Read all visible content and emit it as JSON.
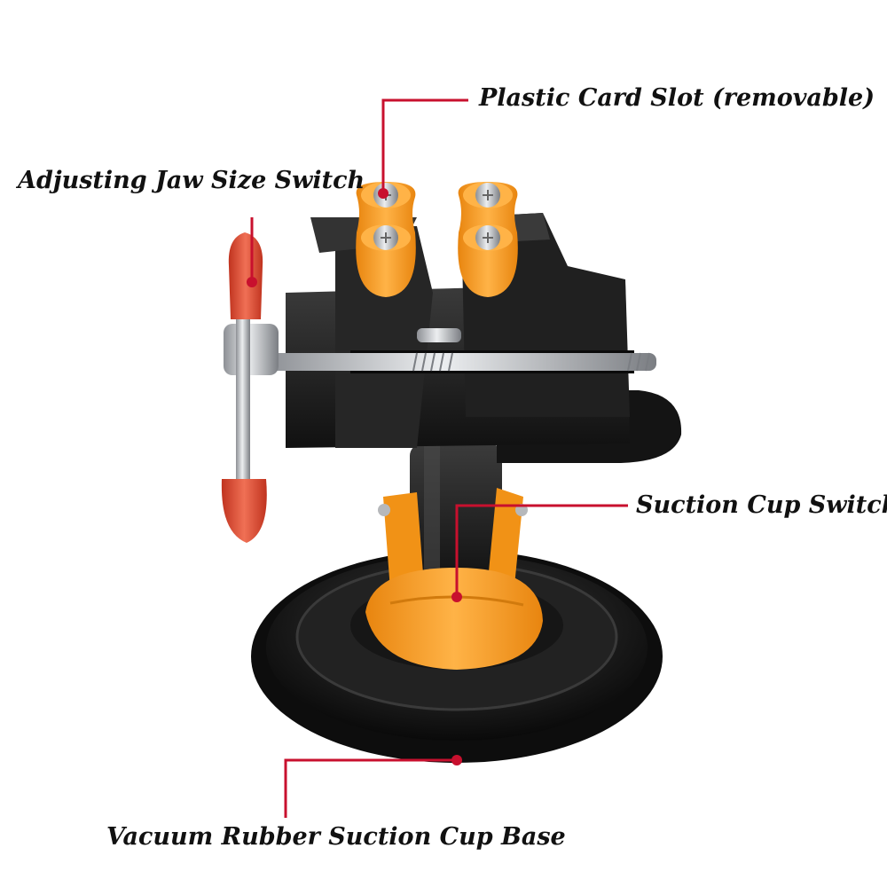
{
  "callouts": {
    "card_slot": "Plastic Card Slot (removable)",
    "jaw_switch": "Adjusting Jaw Size Switch",
    "suction_switch": "Suction Cup Switch",
    "suction_base": "Vacuum Rubber Suction Cup Base"
  },
  "colors": {
    "leader": "#c8102e",
    "vise_body": "#1c1c1c",
    "rubber_pad": "#f59a1b",
    "handle_cap": "#e0452e",
    "steel": "#c9cbcf"
  },
  "icons": [
    "bench-vise-illustration"
  ]
}
